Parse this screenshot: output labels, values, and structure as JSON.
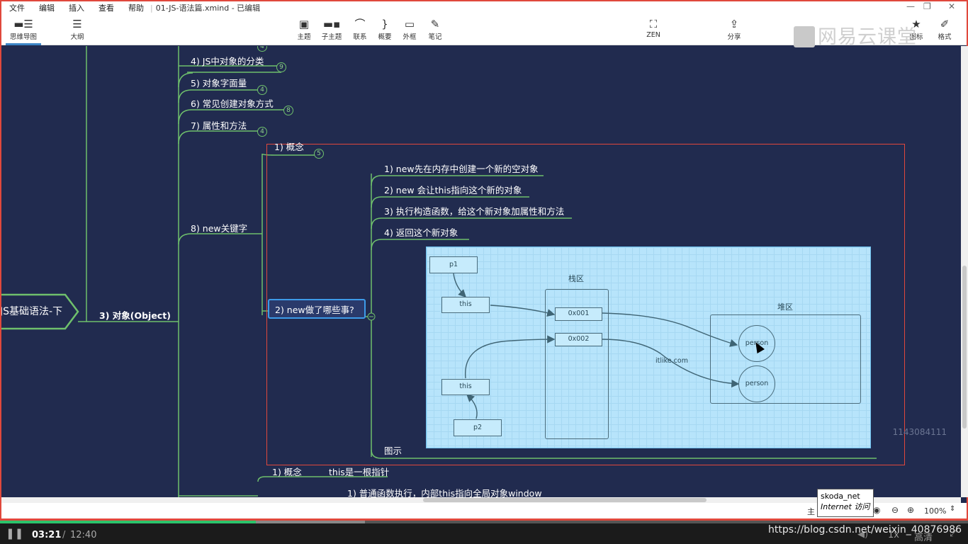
{
  "menu": {
    "items": [
      "文件",
      "编辑",
      "插入",
      "查看",
      "帮助"
    ],
    "file_title": "01-JS-语法篇.xmind - 已编辑"
  },
  "toolbar": {
    "left": [
      {
        "icon": "mindmap-icon",
        "label": "思维导图"
      },
      {
        "icon": "outline-icon",
        "label": "大纲"
      }
    ],
    "center": [
      {
        "icon": "topic-icon",
        "label": "主题"
      },
      {
        "icon": "subtopic-icon",
        "label": "子主题"
      },
      {
        "icon": "relationship-icon",
        "label": "联系"
      },
      {
        "icon": "summary-icon",
        "label": "概要"
      },
      {
        "icon": "boundary-icon",
        "label": "外框"
      },
      {
        "icon": "note-icon",
        "label": "笔记"
      }
    ],
    "zen": {
      "icon": "zen-icon",
      "label": "ZEN"
    },
    "share": {
      "icon": "share-icon",
      "label": "分享"
    },
    "right": [
      {
        "icon": "icon-icon",
        "label": "图标"
      },
      {
        "icon": "format-icon",
        "label": "格式"
      }
    ]
  },
  "logo_text": "网易云课堂",
  "mindmap": {
    "root": "JS基础语法-下",
    "branch": "3) 对象(Object)",
    "items": [
      {
        "label": "4)  JS中对象的分类",
        "badge": "9"
      },
      {
        "label": "5) 对象字面量",
        "badge": "4"
      },
      {
        "label": "6) 常见创建对象方式",
        "badge": "8"
      },
      {
        "label": "7) 属性和方法",
        "badge": "4"
      },
      {
        "label": "8) new关键字",
        "badge": ""
      }
    ],
    "top_badge": "4",
    "new_children": [
      {
        "label": "1) 概念",
        "badge": "5"
      },
      {
        "label": "2) new做了哪些事?",
        "badge": ""
      }
    ],
    "steps": [
      "1) new先在内存中创建一个新的空对象",
      "2) new 会让this指向这个新的对象",
      "3) 执行构造函数，给这个新对象加属性和方法",
      "4) 返回这个新对象"
    ],
    "figure_label": "图示",
    "this_concept": "1) 概念",
    "this_note": "this是一根指针",
    "this_sub": "1) 普通函数执行，内部this指向全局对象window"
  },
  "diagram": {
    "p1": "p1",
    "p2": "p2",
    "this_top": "this",
    "this_bottom": "this",
    "stack_label": "栈区",
    "heap_label": "堆区",
    "addr1": "0x001",
    "addr2": "0x002",
    "person1": "person",
    "person2": "person",
    "watermark": "itlike.com"
  },
  "id_watermark": "1143084111",
  "status": {
    "left": "主",
    "zoom": "100%"
  },
  "tooltip": {
    "line1": "skoda_net",
    "line2": "Internet 访问"
  },
  "player": {
    "current": "03:21",
    "sep": "/",
    "total": "12:40",
    "speed": "1x",
    "quality": "高清",
    "progress": 0.264,
    "url_watermark": "https://blog.csdn.net/weixin_40876986"
  }
}
